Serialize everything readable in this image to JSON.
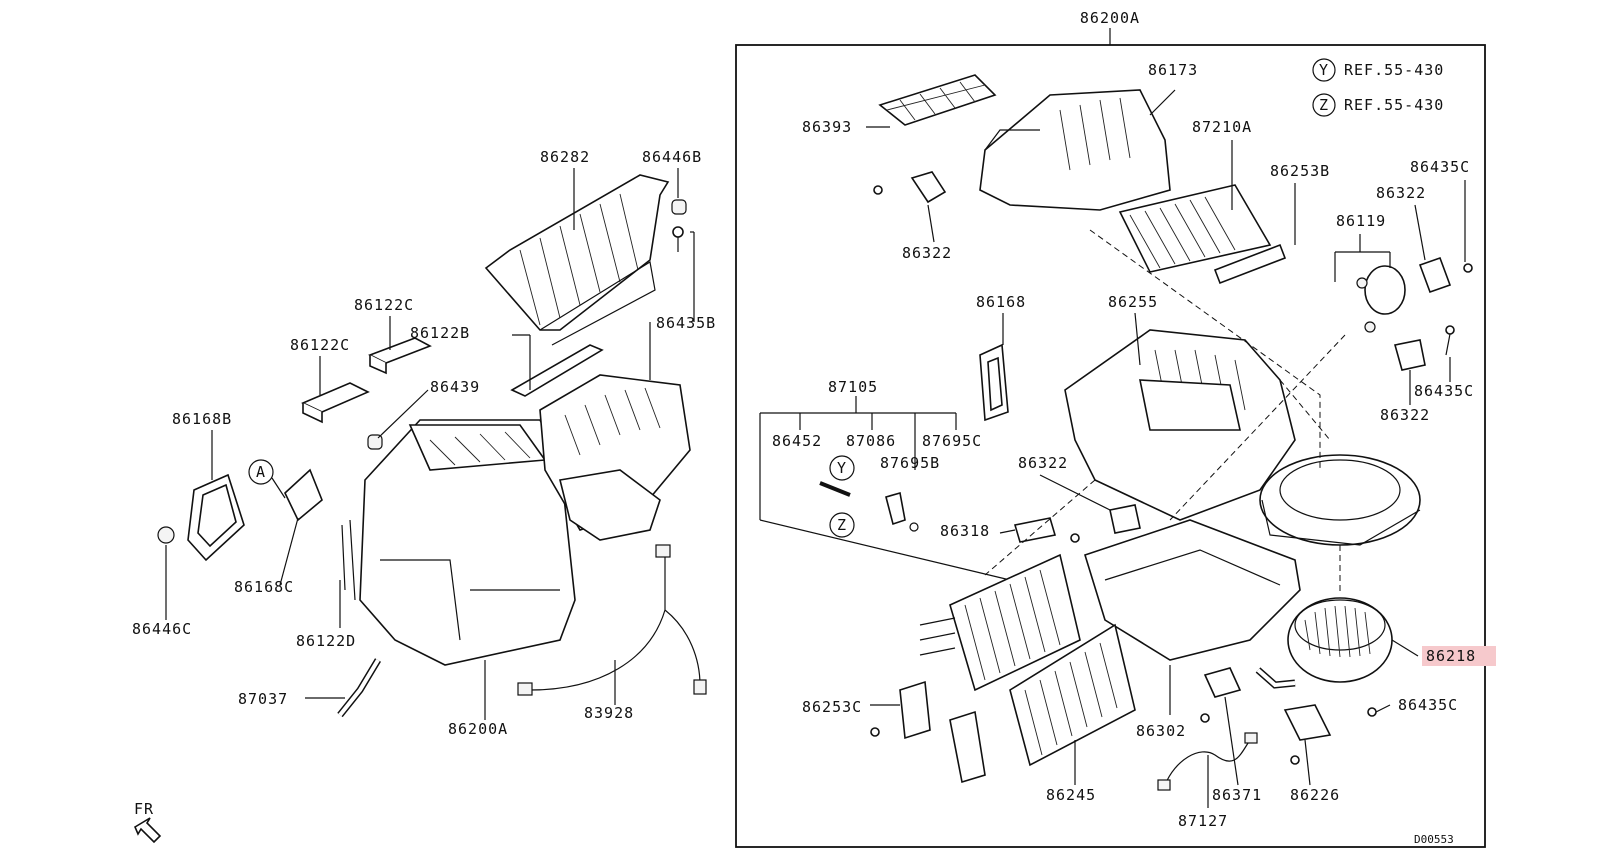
{
  "diagram": {
    "assembly_label": "86200A",
    "footer_code": "D00553",
    "direction_label": "FR",
    "refs": [
      {
        "letter": "Y",
        "text": "REF.55-430"
      },
      {
        "letter": "Z",
        "text": "REF.55-430"
      }
    ],
    "callouts_left": [
      "A"
    ],
    "callouts_right": [
      "Y",
      "Z"
    ],
    "highlight_color": "#f6c9cc",
    "labels": [
      {
        "id": "l-86282",
        "text": "86282"
      },
      {
        "id": "l-86446b",
        "text": "86446B"
      },
      {
        "id": "l-86435b",
        "text": "86435B"
      },
      {
        "id": "l-86122c-a",
        "text": "86122C"
      },
      {
        "id": "l-86122c-b",
        "text": "86122C"
      },
      {
        "id": "l-86122b",
        "text": "86122B"
      },
      {
        "id": "l-86439",
        "text": "86439"
      },
      {
        "id": "l-86168b",
        "text": "86168B"
      },
      {
        "id": "l-86168c",
        "text": "86168C"
      },
      {
        "id": "l-86122d",
        "text": "86122D"
      },
      {
        "id": "l-86446c",
        "text": "86446C"
      },
      {
        "id": "l-87037",
        "text": "87037"
      },
      {
        "id": "l-86200a-left",
        "text": "86200A"
      },
      {
        "id": "l-83928",
        "text": "83928"
      },
      {
        "id": "l-86393",
        "text": "86393"
      },
      {
        "id": "l-86173",
        "text": "86173"
      },
      {
        "id": "l-87210a",
        "text": "87210A"
      },
      {
        "id": "l-86253b",
        "text": "86253B"
      },
      {
        "id": "l-86322-a",
        "text": "86322"
      },
      {
        "id": "l-86435c-a",
        "text": "86435C"
      },
      {
        "id": "l-86322-b",
        "text": "86322"
      },
      {
        "id": "l-86119",
        "text": "86119"
      },
      {
        "id": "l-86168",
        "text": "86168"
      },
      {
        "id": "l-86255",
        "text": "86255"
      },
      {
        "id": "l-86435c-b",
        "text": "86435C"
      },
      {
        "id": "l-86322-c",
        "text": "86322"
      },
      {
        "id": "l-87105",
        "text": "87105"
      },
      {
        "id": "l-86452",
        "text": "86452"
      },
      {
        "id": "l-87086",
        "text": "87086"
      },
      {
        "id": "l-87695c",
        "text": "87695C"
      },
      {
        "id": "l-87695b",
        "text": "87695B"
      },
      {
        "id": "l-86322-d",
        "text": "86322"
      },
      {
        "id": "l-86318",
        "text": "86318"
      },
      {
        "id": "l-86218",
        "text": "86218"
      },
      {
        "id": "l-86435c-c",
        "text": "86435C"
      },
      {
        "id": "l-86253c",
        "text": "86253C"
      },
      {
        "id": "l-86302",
        "text": "86302"
      },
      {
        "id": "l-86245",
        "text": "86245"
      },
      {
        "id": "l-86371",
        "text": "86371"
      },
      {
        "id": "l-86226",
        "text": "86226"
      },
      {
        "id": "l-87127",
        "text": "87127"
      }
    ]
  }
}
